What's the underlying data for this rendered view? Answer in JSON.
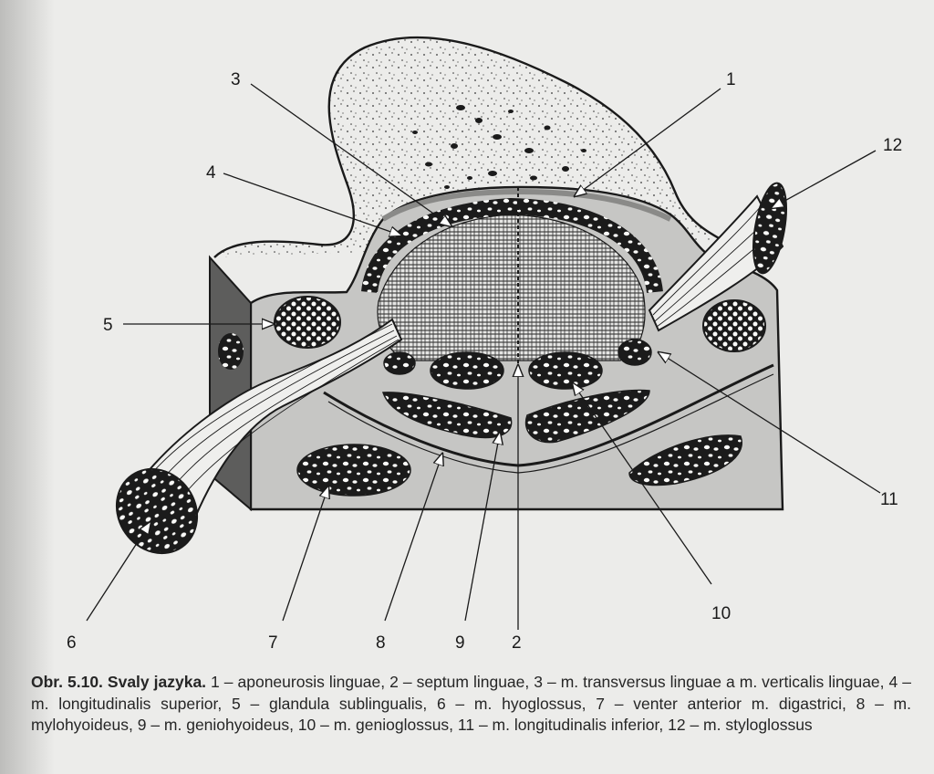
{
  "figure": {
    "labels": [
      "1",
      "2",
      "3",
      "4",
      "5",
      "6",
      "7",
      "8",
      "9",
      "10",
      "11",
      "12"
    ],
    "caption": {
      "title": "Obr. 5.10. Svaly jazyka.",
      "text": "1 – aponeurosis linguae, 2 – septum linguae, 3 – m. transversus linguae a m. verticalis linguae, 4 – m. longitudinalis superior, 5 – glandula sublingualis, 6 – m. hyoglossus, 7 – venter anterior m. digastrici, 8 – m. mylohyoideus, 9 – m. geniohyoideus, 10 – m. genioglossus, 11 – m. longitudinalis inferior, 12 – m. styloglossus"
    }
  },
  "colors": {
    "background": "#ececea",
    "tissue": "#c6c6c4",
    "section_side": "#5d5d5c",
    "muscle_dark": "#1b1b1b",
    "line": "#1a1a1a"
  }
}
